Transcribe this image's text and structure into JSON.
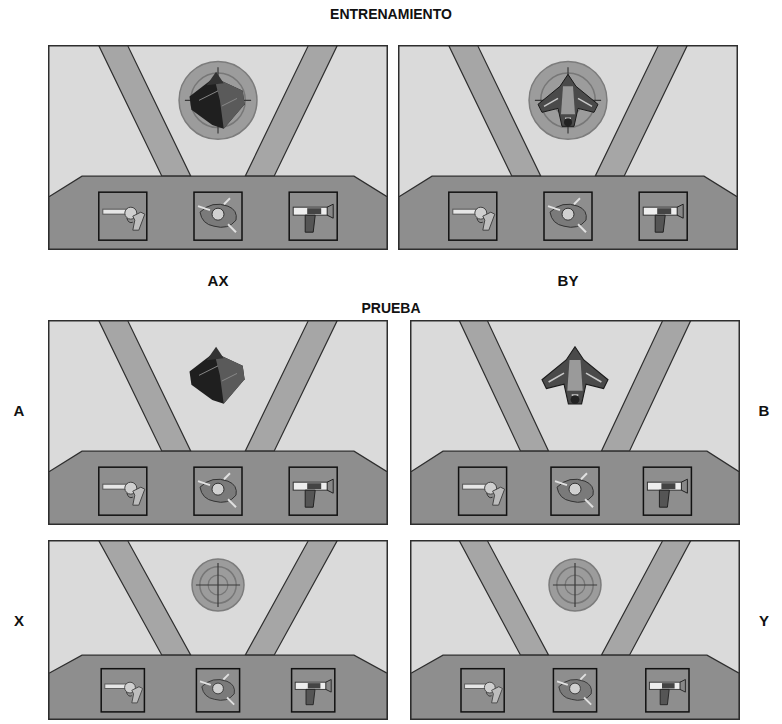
{
  "diagram": {
    "title": "ENTRENAMIENTO",
    "nodes": [
      {
        "text": [
          "AX"
        ]
      },
      {
        "text": [
          "BY"
        ]
      },
      {
        "text": [
          "A"
        ]
      },
      {
        "text": [
          "B"
        ]
      },
      {
        "text": [
          "X"
        ]
      },
      {
        "text": [
          "Y"
        ]
      }
    ],
    "labels": [
      "PRUEBA"
    ]
  }
}
